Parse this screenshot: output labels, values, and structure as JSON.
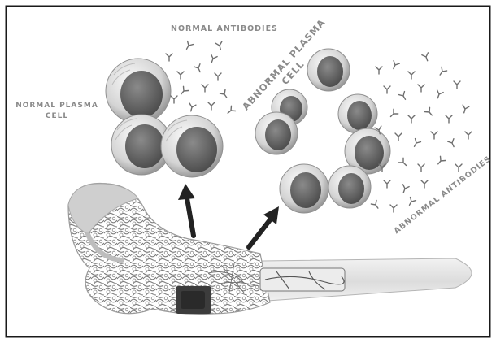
{
  "labels": {
    "normal_antibodies": "NORMAL ANTIBODIES",
    "normal_plasma_line1": "NORMAL PLASMA",
    "normal_plasma_line2": "CELL",
    "abnormal_plasma_line1": "ABNORMAL PLASMA",
    "abnormal_plasma_line2": "CELL",
    "abnormal_antibodies": "ABNORMAL ANTIBODIES"
  },
  "colors": {
    "frame": "#1a1a1a",
    "label": "#8a8a8a",
    "arrow": "#222222",
    "cell_membrane": "#d8d8d8",
    "cell_nucleus": "#6a6a6a",
    "bone": "#e6e6e6"
  }
}
